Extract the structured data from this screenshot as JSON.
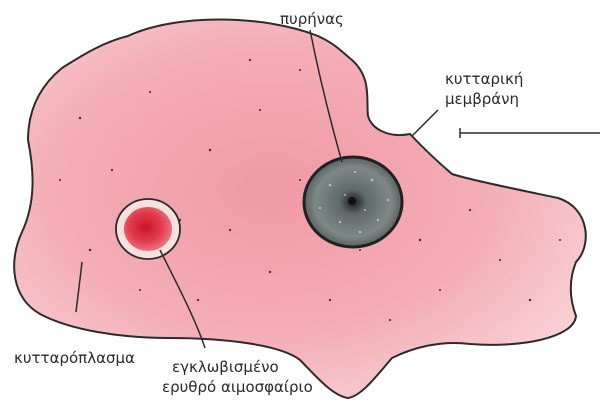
{
  "labels": {
    "nucleus": "πυρήνας",
    "membrane_line1": "κυτταρική",
    "membrane_line2": "μεμβράνη",
    "cytoplasm": "κυτταρόπλασμα",
    "rbc_line1": "εγκλωβισμένο",
    "rbc_line2": "ερυθρό αιμοσφαίριο"
  },
  "colors": {
    "cytoplasm": "#f3a8b0",
    "cytoplasm_light": "#f8c9ce",
    "outline": "#2b2b2b",
    "nucleus_fill": "#6b7472",
    "nucleus_rim": "#1e2221",
    "rbc_center": "#d8263a",
    "rbc_halo": "#f6e1df"
  }
}
